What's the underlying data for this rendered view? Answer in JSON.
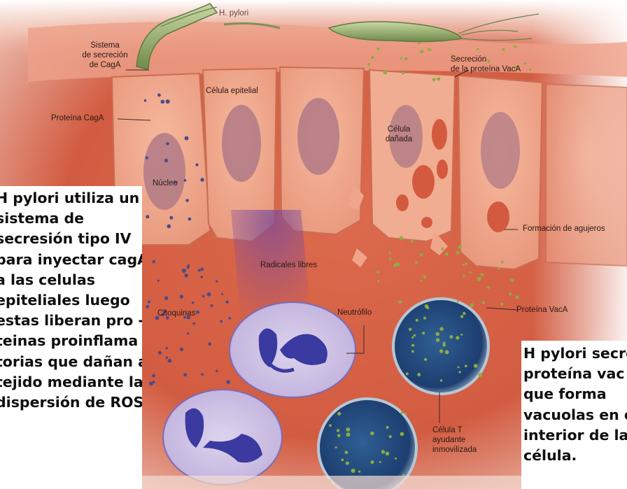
{
  "labels": {
    "h_pylori_top": "H. pylori",
    "sistema_line1": "Sistema",
    "sistema_line2": "de secreción",
    "sistema_line3": "de CagA",
    "proteina_caga": "Proteína CagA",
    "celula_epitelial": "Célula epitelial",
    "nucleo": "Núcleo",
    "celula_danada_line1": "Célula",
    "celula_danada_line2": "dañada",
    "secrecion_vaca_line1": "Secreción",
    "secrecion_vaca_line2": "de la proteína VacA",
    "formacion_agujeros": "Formación de agujeros",
    "radicales_libres": "Radicales libres",
    "citoquinas": "Citoquinas",
    "neutrofilo": "Neutrófilo",
    "proteina_vaca": "Proteína VacA",
    "celula_t_line1": "Célula T",
    "celula_t_line2": "ayudante",
    "celula_t_line3": "inmovilizada"
  },
  "left_text": [
    "H pylori utiliza un",
    "sistema de",
    "secresión tipo IV",
    "para inyectar cagA",
    "a las celulas",
    "epiteliales luego",
    "estas liberan pro -",
    "teinas proinflama -",
    "torias que dañan al",
    "tejido mediante la",
    "dispersión de ROS."
  ],
  "right_text": [
    "H pylori secreta",
    "proteína vac A",
    "que forma",
    "vacuolas en el",
    "interior de la",
    "célula."
  ],
  "colors": {
    "tissue": "#d9674a",
    "mucus": "#e8917a",
    "cell_fill": "#f2a98e",
    "nucleus": "#b07a86",
    "bacteria": "#8fa76a",
    "neutrophil_membrane": "#c9bde0",
    "neutrophil_nucleus": "#3b3aa0",
    "tcell": "#22457a",
    "dots": "#4a4a8c",
    "vac_dots": "#8cae3e"
  }
}
